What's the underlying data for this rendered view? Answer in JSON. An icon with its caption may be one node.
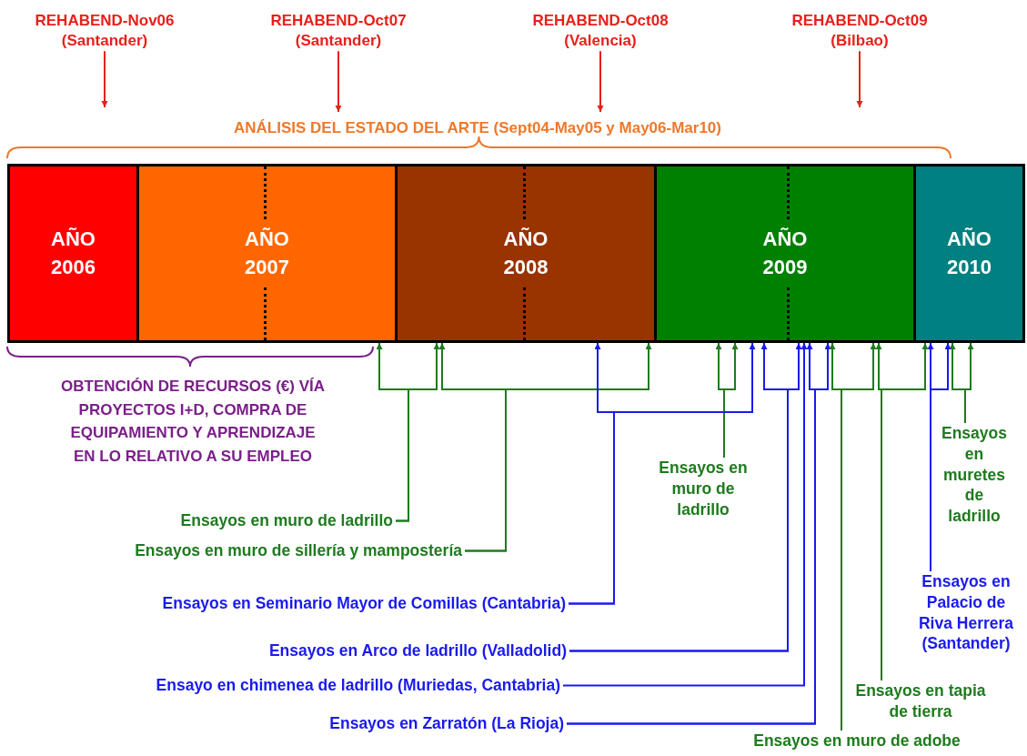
{
  "diagram": {
    "nodes": [
      {
        "text": [
          "REHABEND-Nov06 (Santander)"
        ]
      },
      {
        "text": [
          "REHABEND-Oct07 (Santander)"
        ]
      },
      {
        "text": [
          "REHABEND-Oct08 (Valencia)"
        ]
      },
      {
        "text": [
          "REHABEND-Oct09 (Bilbao)"
        ]
      },
      {
        "text": [
          "AÑO 2006"
        ]
      },
      {
        "text": [
          "AÑO 2007"
        ]
      },
      {
        "text": [
          "AÑO 2008"
        ]
      },
      {
        "text": [
          "AÑO 2009"
        ]
      },
      {
        "text": [
          "AÑO 2010"
        ]
      },
      {
        "text": [
          "Ensayos en muro de ladrillo"
        ]
      },
      {
        "text": [
          "Ensayos en muretes de ladrillo"
        ]
      },
      {
        "text": [
          "Ensayos en muro de ladrillo"
        ]
      },
      {
        "text": [
          "Ensayos en muro de sillería y mampostería"
        ]
      },
      {
        "text": [
          "Ensayos en Palacio de Riva Herrera (Santander)"
        ]
      },
      {
        "text": [
          "Ensayos en Seminario Mayor de Comillas (Cantabria)"
        ]
      },
      {
        "text": [
          "Ensayos en Arco de ladrillo (Valladolid)"
        ]
      },
      {
        "text": [
          "Ensayo en chimenea de ladrillo (Muriedas, Cantabria)"
        ]
      },
      {
        "text": [
          "Ensayos en tapia de tierra"
        ]
      },
      {
        "text": [
          "Ensayos en Zarratón (La Rioja)"
        ]
      },
      {
        "text": [
          "Ensayos en muro de adobe"
        ]
      },
      {
        "text": [
          "ANÁLISIS DEL ESTADO DEL ARTE (Sept04-May05 y May06-Mar10)"
        ]
      }
    ],
    "edges": [
      {
        "from": 0,
        "to": null,
        "arrow": "to",
        "color": "#e8201a"
      },
      {
        "from": 1,
        "to": 20,
        "arrow": "to",
        "color": "#e8201a"
      },
      {
        "from": 2,
        "to": 20,
        "arrow": "to",
        "color": "#e8201a"
      },
      {
        "from": 3,
        "to": null,
        "arrow": "to",
        "color": "#e8201a"
      },
      {
        "from": 9,
        "to": 7,
        "arrow": "to"
      },
      {
        "from": 9,
        "to": 7,
        "arrow": "to"
      },
      {
        "from": 10,
        "to": 8,
        "arrow": "to"
      },
      {
        "from": 10,
        "to": 8,
        "arrow": "to"
      },
      {
        "from": 11,
        "to": 5,
        "arrow": "to"
      },
      {
        "from": 11,
        "to": 6,
        "arrow": "to"
      },
      {
        "from": 12,
        "to": 6,
        "arrow": "to"
      },
      {
        "from": 12,
        "to": 6,
        "arrow": "to"
      },
      {
        "from": 13,
        "to": 8,
        "arrow": "to",
        "color": "#1a1aee"
      },
      {
        "from": 13,
        "to": 8,
        "arrow": "to",
        "color": "#1a1aee"
      },
      {
        "from": 14,
        "to": 6,
        "arrow": "to",
        "color": "#1a1aee"
      },
      {
        "from": 14,
        "to": 7,
        "arrow": "to",
        "color": "#1a1aee"
      },
      {
        "from": 15,
        "to": 7,
        "arrow": "to",
        "color": "#1a1aee"
      },
      {
        "from": 15,
        "to": 7,
        "arrow": "to",
        "color": "#1a1aee"
      },
      {
        "from": 16,
        "to": 7,
        "arrow": "to",
        "color": "#1a1aee"
      },
      {
        "from": 17,
        "to": 7,
        "arrow": "to"
      },
      {
        "from": 17,
        "to": 8,
        "arrow": "to"
      },
      {
        "from": 18,
        "to": 7,
        "arrow": "to",
        "color": "#1a1aee"
      },
      {
        "from": 18,
        "to": 7,
        "arrow": "to",
        "color": "#1a1aee"
      },
      {
        "from": 19,
        "to": 7,
        "arrow": "to"
      },
      {
        "from": 19,
        "to": 7,
        "arrow": "to"
      }
    ],
    "labels": [
      "OBTENCIÓN DE RECURSOS (€) VÍA PROYECTOS I+D, COMPRA DE EQUIPAMIENTO Y APRENDIZAJE EN LO RELATIVO A SU EMPLEO"
    ]
  }
}
